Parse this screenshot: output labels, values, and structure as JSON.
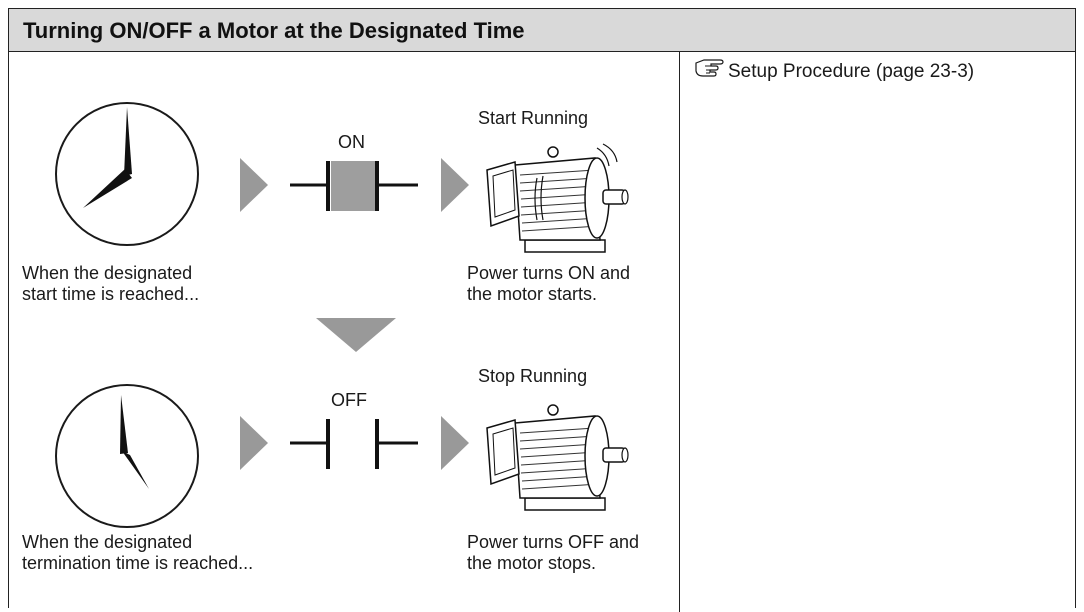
{
  "title": "Turning ON/OFF a Motor at the Designated Time",
  "reference": {
    "text": "Setup Procedure (page 23-3)",
    "icon": "pointing-hand-icon"
  },
  "steps": [
    {
      "switch_label": "ON",
      "state_label": "Start Running",
      "condition": [
        "When the designated",
        "start time is reached..."
      ],
      "result": [
        "Power turns ON and",
        "the motor starts."
      ]
    },
    {
      "switch_label": "OFF",
      "state_label": "Stop Running",
      "condition": [
        "When the designated",
        "termination time is reached..."
      ],
      "result": [
        "Power turns OFF and",
        "the motor stops."
      ]
    }
  ],
  "colors": {
    "title_bg": "#d9d9d9",
    "arrow": "#999999",
    "switch_fill": "#9e9e9e"
  }
}
